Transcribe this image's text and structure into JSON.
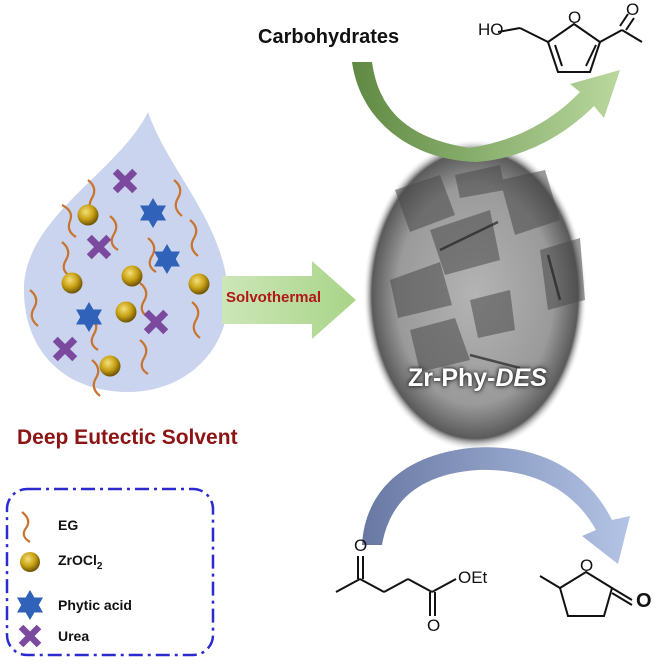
{
  "labels": {
    "carbohydrates": "Carbohydrates",
    "solvothermal": "Solvothermal",
    "deep_eutectic_solvent": "Deep Eutectic Solvent",
    "catalyst_prefix": "Zr-Phy-",
    "catalyst_suffix": "DES"
  },
  "legend": {
    "items": [
      {
        "label": "EG",
        "icon": "wavy-line-icon"
      },
      {
        "label_main": "ZrOCl",
        "label_sub": "2",
        "icon": "gold-sphere-icon"
      },
      {
        "label": "Phytic acid",
        "icon": "blue-star-icon"
      },
      {
        "label": "Urea",
        "icon": "purple-cross-icon"
      }
    ]
  },
  "chemistry": {
    "hmf_ho": "HO",
    "hmf_o_ring": "O",
    "hmf_o_aldehyde": "O",
    "levulinate_o_ketone": "O",
    "levulinate_oet": "OEt",
    "levulinate_o_ester": "O",
    "gvl_o_ring": "O",
    "gvl_o_carbonyl": "O"
  },
  "colors": {
    "drop_fill": "#c9d3ec",
    "arrow_green_dark": "#6f9b4e",
    "arrow_green_light": "#b4d39a",
    "arrow_blue_dark": "#6f7fa8",
    "arrow_blue_light": "#a9bce0",
    "solvothermal_arrow": "#b9dc9c",
    "legend_border": "#2a2acf",
    "eg": "#c8742f",
    "zr": "#c9a214",
    "phytic": "#2f62b8",
    "urea": "#7b4a9e"
  }
}
